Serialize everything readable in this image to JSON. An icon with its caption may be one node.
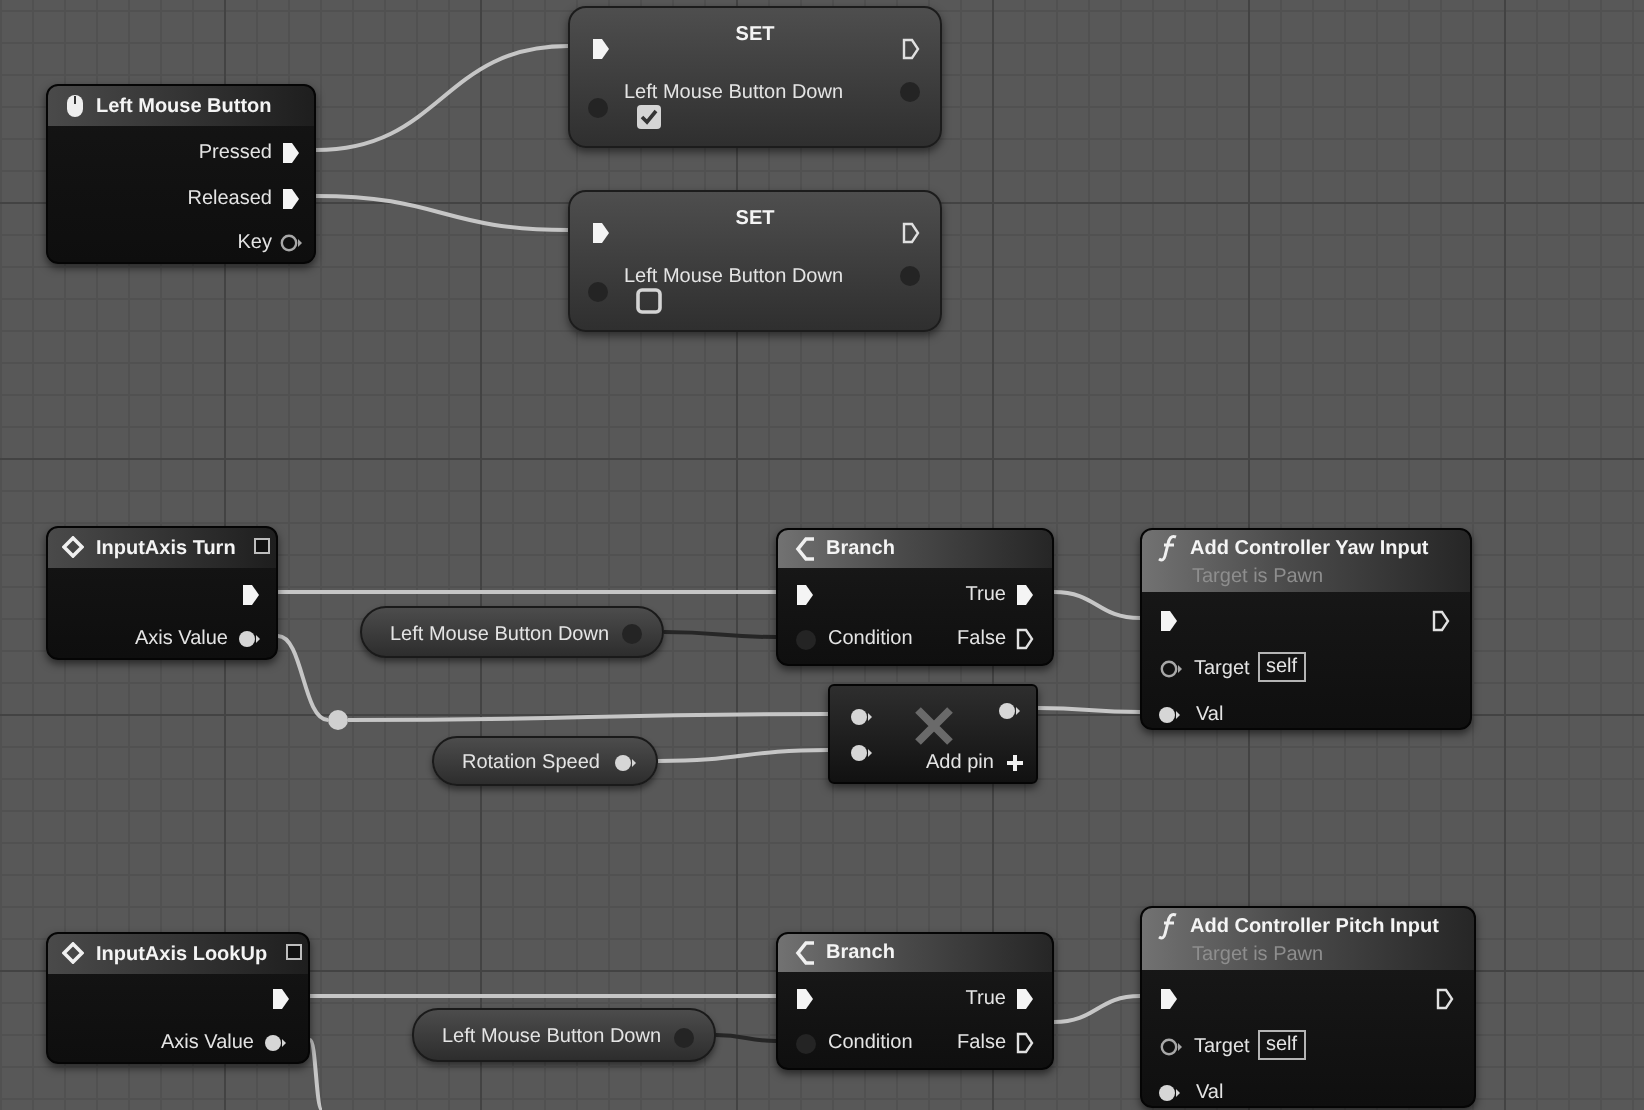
{
  "diagram": {
    "nodes": [
      {
        "text": [
          "Left Mouse Button",
          "Pressed",
          "Released",
          "Key"
        ]
      },
      {
        "text": [
          "SET",
          "Left Mouse Button Down"
        ]
      },
      {
        "text": [
          "SET",
          "Left Mouse Button Down"
        ]
      },
      {
        "text": [
          "InputAxis Turn",
          "Axis Value"
        ]
      },
      {
        "text": [
          "Branch",
          "True",
          "Condition",
          "False"
        ]
      },
      {
        "text": [
          "Add Controller Yaw Input",
          "Target is Pawn",
          "Target",
          "self",
          "Val"
        ]
      },
      {
        "text": [
          "Left Mouse Button Down"
        ]
      },
      {
        "text": [],
        "shape": "circle"
      },
      {
        "text": [
          "Add pin"
        ]
      },
      {
        "text": [
          "Rotation Speed"
        ]
      },
      {
        "text": [
          "InputAxis LookUp",
          "Axis Value"
        ]
      },
      {
        "text": [
          "Branch",
          "True",
          "Condition",
          "False"
        ]
      },
      {
        "text": [
          "Add Controller Pitch Input",
          "Target is Pawn",
          "Target",
          "self",
          "Val"
        ]
      },
      {
        "text": [
          "Left Mouse Button Down"
        ]
      }
    ],
    "edges": [
      {
        "from": 0,
        "to": 1,
        "arrow": "none"
      },
      {
        "from": 0,
        "to": 2,
        "arrow": "none"
      },
      {
        "from": 3,
        "to": 4,
        "arrow": "none"
      },
      {
        "from": 6,
        "to": 4,
        "arrow": "none",
        "color": "#262626"
      },
      {
        "from": 4,
        "to": 5,
        "arrow": "none"
      },
      {
        "from": 3,
        "to": 7,
        "arrow": "none"
      },
      {
        "from": 7,
        "to": 8,
        "arrow": "none"
      },
      {
        "from": 9,
        "to": 8,
        "arrow": "none"
      },
      {
        "from": 8,
        "to": 5,
        "arrow": "none"
      },
      {
        "from": 10,
        "to": 11,
        "arrow": "none"
      },
      {
        "from": 13,
        "to": 11,
        "arrow": "none",
        "color": "#262626"
      },
      {
        "from": 11,
        "to": 12,
        "arrow": "none"
      },
      {
        "from": 10,
        "to": null,
        "arrow": "none"
      }
    ]
  }
}
